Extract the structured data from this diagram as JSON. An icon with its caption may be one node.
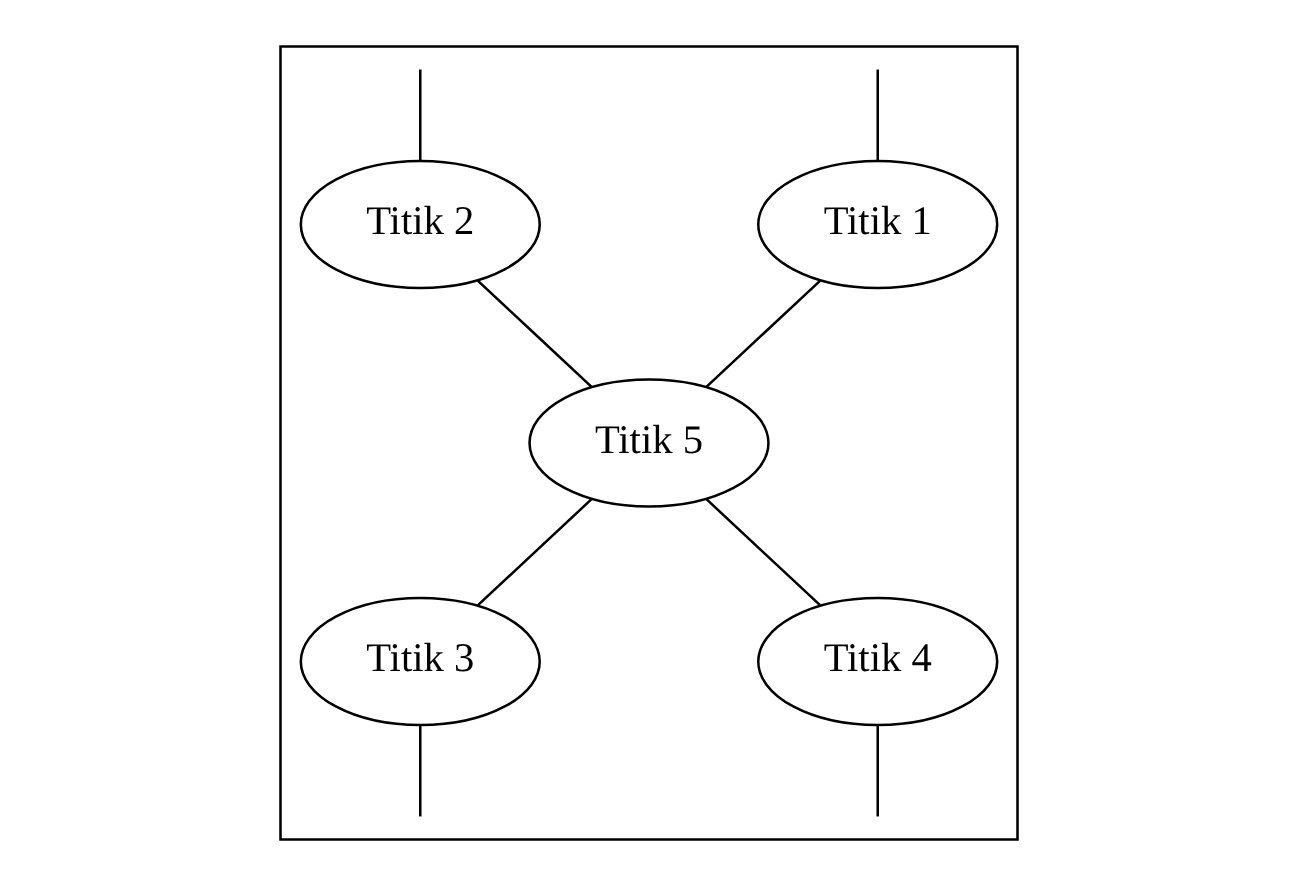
{
  "diagram": {
    "nodes": [
      {
        "text": [],
        "shape": "box"
      },
      {
        "text": [
          "Titik 1"
        ],
        "in": 0
      },
      {
        "text": [
          "Titik 2"
        ],
        "in": 0
      },
      {
        "text": [
          "Titik 5"
        ],
        "in": 0
      },
      {
        "text": [
          "Titik 3"
        ],
        "in": 0
      },
      {
        "text": [
          "Titik 4"
        ],
        "in": 0
      }
    ],
    "edges": [
      {
        "from": null,
        "to": 1,
        "arrow": "none"
      },
      {
        "from": null,
        "to": 2,
        "arrow": "none"
      },
      {
        "from": 1,
        "to": 3,
        "arrow": "none"
      },
      {
        "from": 2,
        "to": 3,
        "arrow": "none"
      },
      {
        "from": 3,
        "to": 4,
        "arrow": "none"
      },
      {
        "from": 3,
        "to": 5,
        "arrow": "none"
      },
      {
        "from": 4,
        "to": null,
        "arrow": "none"
      },
      {
        "from": 5,
        "to": null,
        "arrow": "none"
      }
    ]
  }
}
